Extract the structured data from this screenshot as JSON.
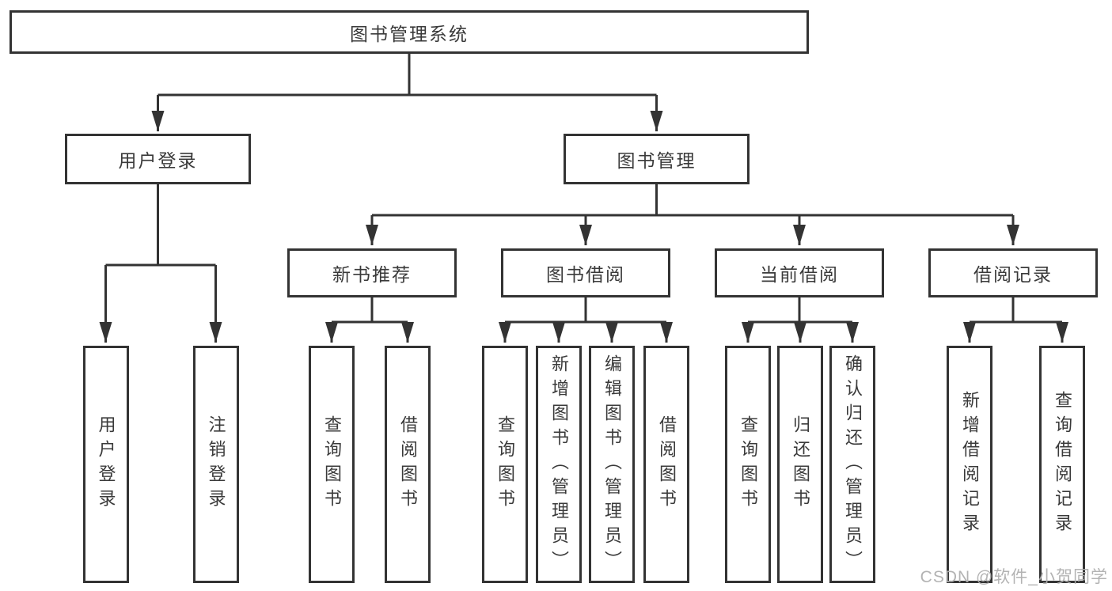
{
  "diagram": {
    "root": "图书管理系统",
    "branches": [
      {
        "label": "用户登录",
        "leaves": [
          "用户登录",
          "注销登录"
        ]
      },
      {
        "label": "图书管理",
        "groups": [
          {
            "label": "新书推荐",
            "leaves": [
              "查询图书",
              "借阅图书"
            ]
          },
          {
            "label": "图书借阅",
            "leaves": [
              "查询图书",
              "新增图书（管理员）",
              "编辑图书（管理员）",
              "借阅图书"
            ]
          },
          {
            "label": "当前借阅",
            "leaves": [
              "查询图书",
              "归还图书",
              "确认归还（管理员）"
            ]
          },
          {
            "label": "借阅记录",
            "leaves": [
              "新增借阅记录",
              "查询借阅记录"
            ]
          }
        ]
      }
    ]
  },
  "watermark": "CSDN @软件_小贺同学",
  "colors": {
    "line": "#333333",
    "text": "#3a3a3a",
    "watermark": "#afafaf",
    "background": "#ffffff"
  }
}
